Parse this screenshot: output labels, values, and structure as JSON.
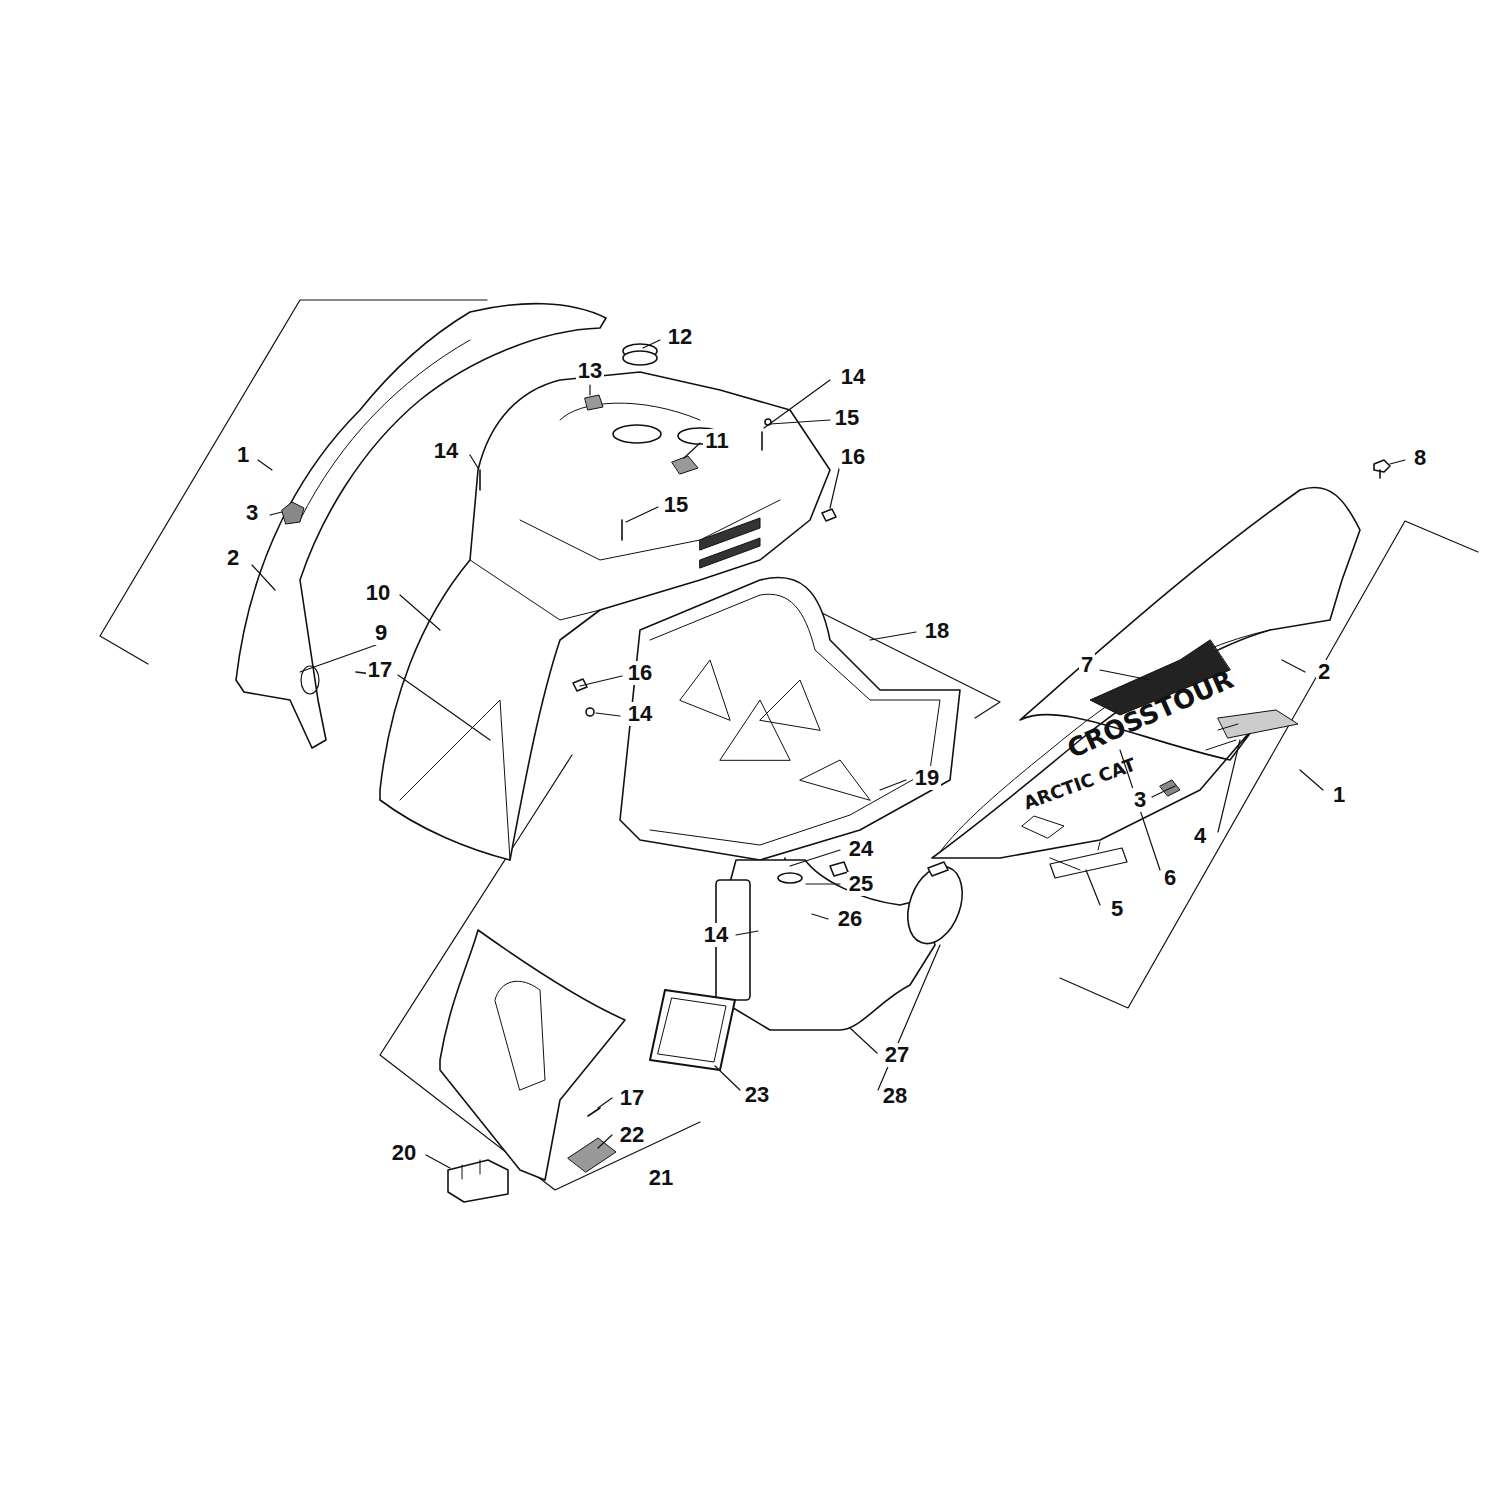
{
  "diagram": {
    "labels": [
      "12",
      "13",
      "14",
      "14",
      "15",
      "11",
      "1",
      "16",
      "8",
      "3",
      "15",
      "2",
      "10",
      "18",
      "9",
      "7",
      "2",
      "17",
      "16",
      "CROSSTOUR",
      "14",
      "19",
      "ARCTIC CAT",
      "1",
      "3",
      "4",
      "24",
      "25",
      "6",
      "5",
      "26",
      "14",
      "27",
      "23",
      "28",
      "17",
      "22",
      "20",
      "21"
    ]
  }
}
